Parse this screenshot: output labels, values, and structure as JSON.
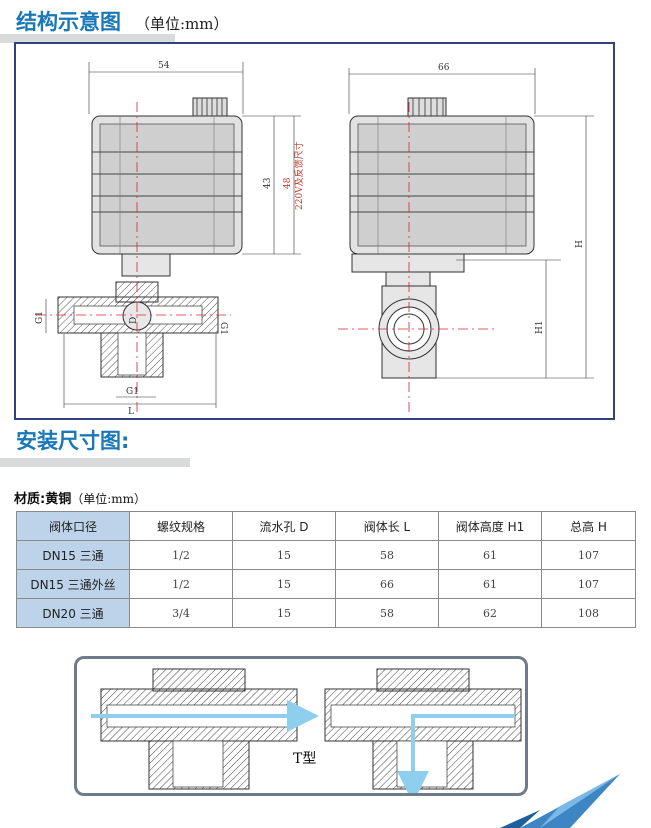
{
  "section1": {
    "title": "结构示意图",
    "unit": "（单位:mm）"
  },
  "section2": {
    "title": "安装尺寸图:"
  },
  "drawing": {
    "front": {
      "width": "54",
      "height_43": "43",
      "height_48": "48",
      "note": "220V及反馈尺寸",
      "g1_left": "G1",
      "g1_right": "G1",
      "g1_bottom": "G1",
      "d": "D",
      "l": "L"
    },
    "side": {
      "width": "66",
      "h": "H",
      "h1": "H1"
    }
  },
  "material": {
    "label": "材质:黄铜",
    "unit": "（单位:mm）"
  },
  "table": {
    "headers": [
      "阀体口径",
      "螺纹规格",
      "流水孔 D",
      "阀体长 L",
      "阀体高度 H1",
      "总高 H"
    ],
    "rows": [
      [
        "DN15 三通",
        "1/2",
        "15",
        "58",
        "61",
        "107"
      ],
      [
        "DN15 三通外丝",
        "1/2",
        "15",
        "66",
        "61",
        "107"
      ],
      [
        "DN20 三通",
        "3/4",
        "15",
        "58",
        "62",
        "108"
      ]
    ]
  },
  "flow": {
    "label": "T型",
    "arrow_color": "#8ecfee"
  }
}
